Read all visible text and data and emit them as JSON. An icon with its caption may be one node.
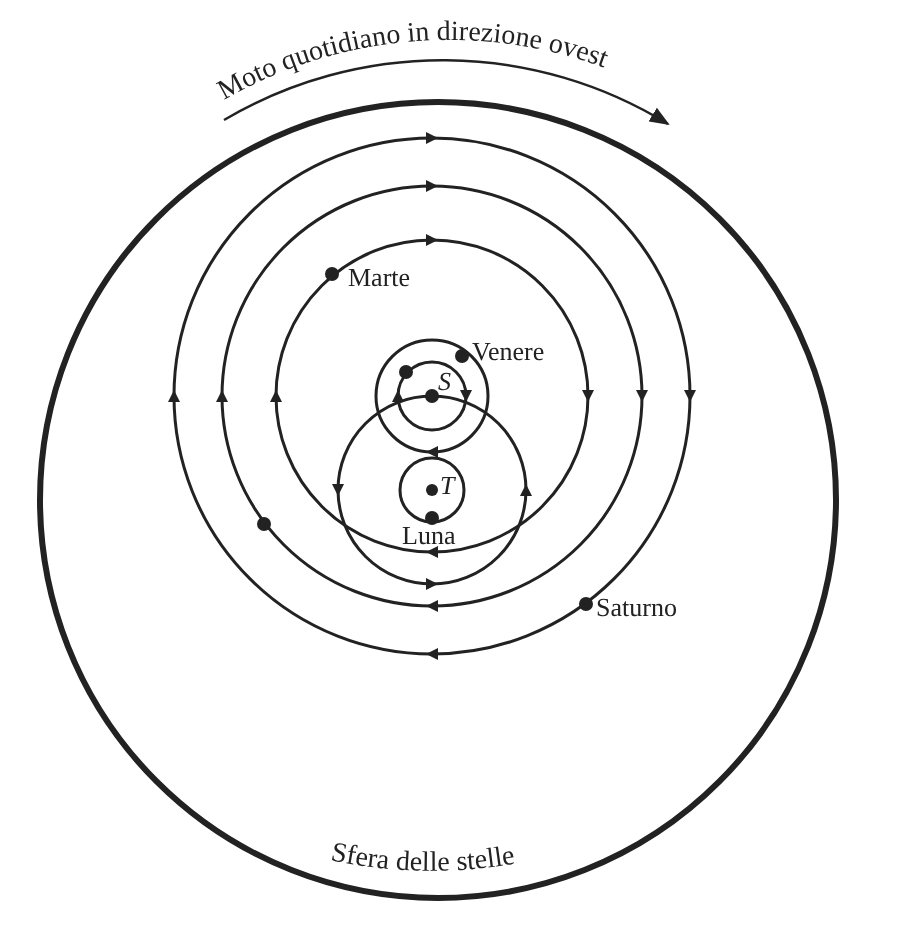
{
  "diagram": {
    "labels": [
      "Moto quotidiano in direzione ovest",
      "Marte",
      "Venere",
      "S",
      "T",
      "Luna",
      "Saturno",
      "Sfera delle stelle"
    ]
  }
}
